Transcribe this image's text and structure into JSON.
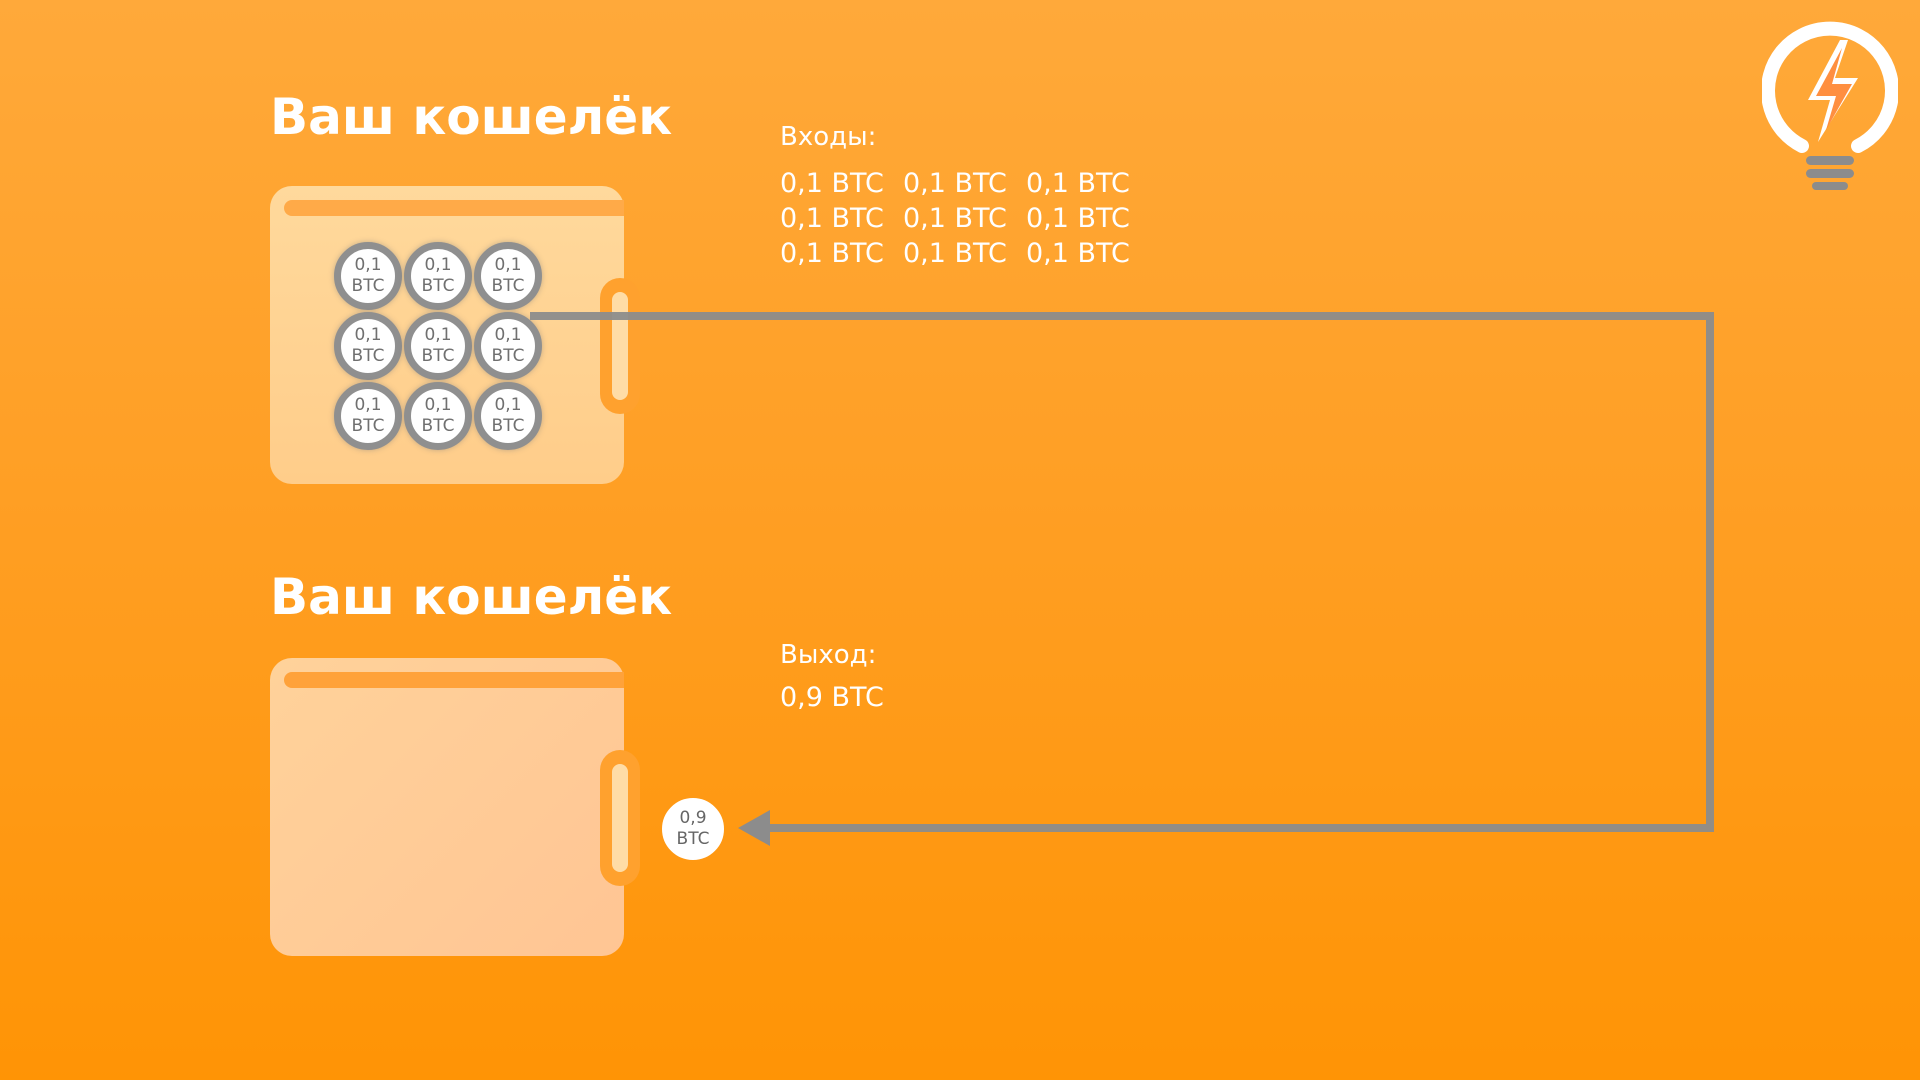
{
  "top_wallet": {
    "title": "Ваш кошелёк",
    "coins": [
      {
        "line1": "0,1",
        "line2": "BTC"
      },
      {
        "line1": "0,1",
        "line2": "BTC"
      },
      {
        "line1": "0,1",
        "line2": "BTC"
      },
      {
        "line1": "0,1",
        "line2": "BTC"
      },
      {
        "line1": "0,1",
        "line2": "BTC"
      },
      {
        "line1": "0,1",
        "line2": "BTC"
      },
      {
        "line1": "0,1",
        "line2": "BTC"
      },
      {
        "line1": "0,1",
        "line2": "BTC"
      },
      {
        "line1": "0,1",
        "line2": "BTC"
      }
    ]
  },
  "inputs": {
    "label": "Входы:",
    "amounts": [
      "0,1 BTC",
      "0,1 BTC",
      "0,1 BTC",
      "0,1 BTC",
      "0,1 BTC",
      "0,1 BTC",
      "0,1 BTC",
      "0,1 BTC",
      "0,1 BTC"
    ]
  },
  "bottom_wallet": {
    "title": "Ваш кошелёк"
  },
  "output": {
    "label": "Выход:",
    "amount": "0,9 BTC",
    "coin": {
      "line1": "0,9",
      "line2": "BTC"
    }
  },
  "icons": {
    "logo": "lightbulb-lightning-icon",
    "flow": "arrow-left-icon"
  },
  "colors": {
    "background_top": "#FFA93A",
    "background_bottom": "#FF9405",
    "wallet_fill": "#FFD99C",
    "coin_border": "#8F8F8F",
    "connector": "#8C8C8C",
    "logo_bolt": "#FF6A00",
    "logo_base": "#8C8C8C"
  }
}
